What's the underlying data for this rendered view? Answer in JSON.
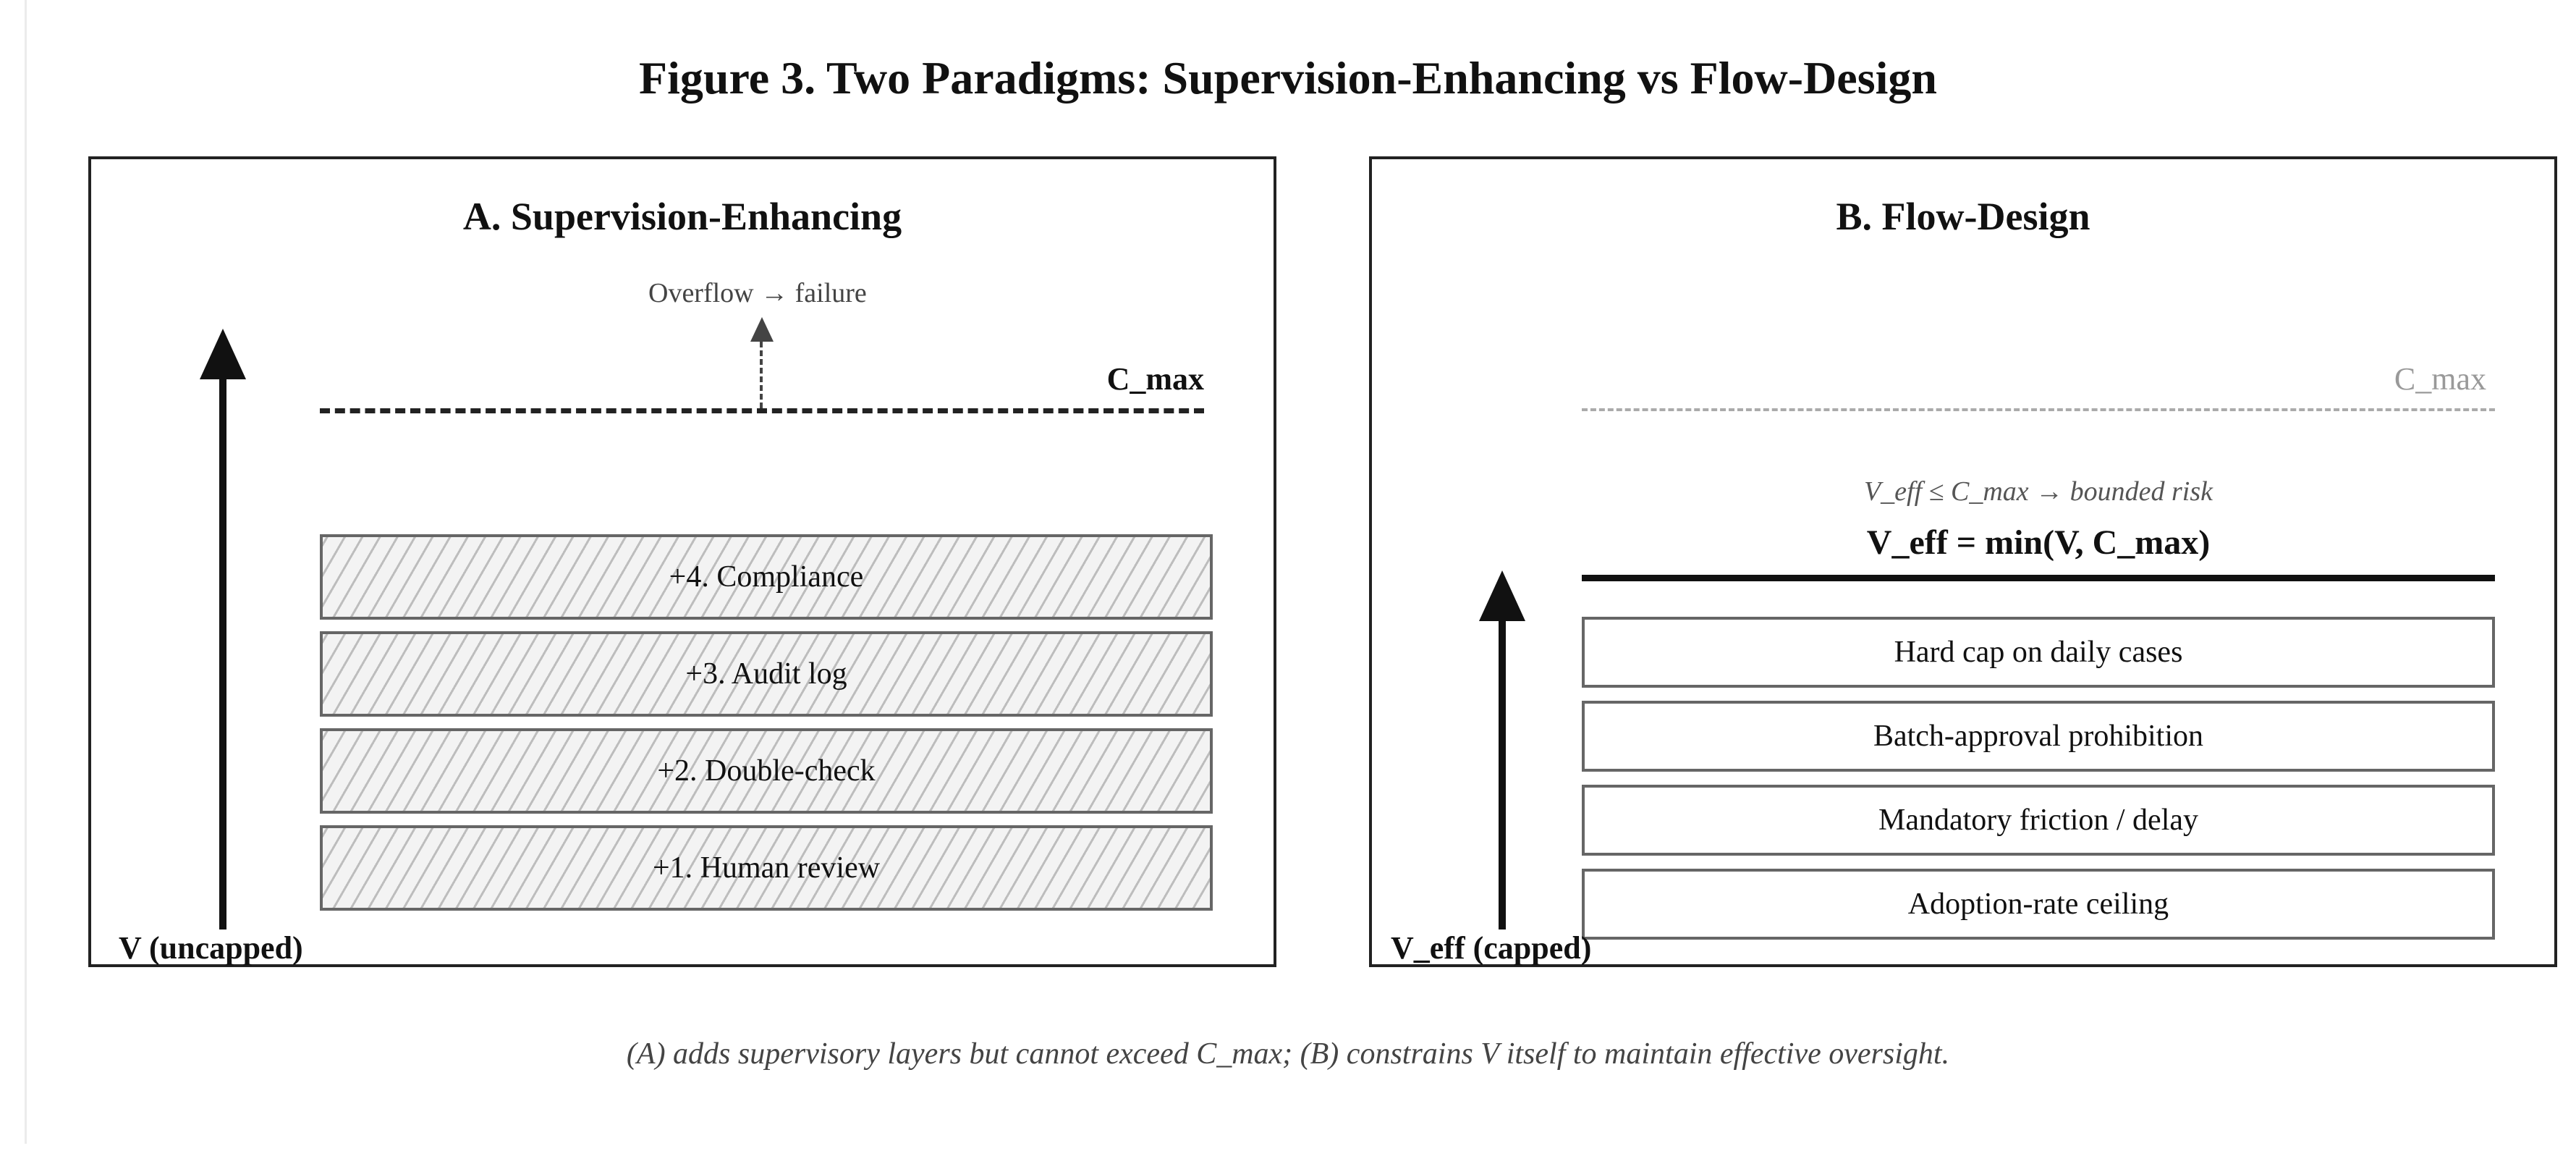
{
  "figure": {
    "title": "Figure 3. Two Paradigms: Supervision-Enhancing vs Flow-Design",
    "caption": "(A) adds supervisory layers but cannot exceed C_max; (B) constrains V itself to maintain effective oversight."
  },
  "panel_a": {
    "title": "A. Supervision-Enhancing",
    "overflow_label": "Overflow → failure",
    "cmax_label": "C_max",
    "axis_label": "V (uncapped)",
    "layers": [
      "+4. Compliance",
      "+3. Audit log",
      "+2. Double-check",
      "+1. Human review"
    ]
  },
  "panel_b": {
    "title": "B. Flow-Design",
    "cmax_label": "C_max",
    "note": "V_eff ≤ C_max → bounded risk",
    "formula": "V_eff = min(V, C_max)",
    "axis_label": "V_eff (capped)",
    "constraints": [
      "Hard cap on daily cases",
      "Batch-approval prohibition",
      "Mandatory friction / delay",
      "Adoption-rate ceiling"
    ]
  },
  "colors": {
    "frame": "#222222",
    "hatch_fill": "#f3f3f3",
    "hatch_line": "#bdbdbd",
    "cmax_a": "#222222",
    "cmax_b": "#aaaaaa"
  }
}
